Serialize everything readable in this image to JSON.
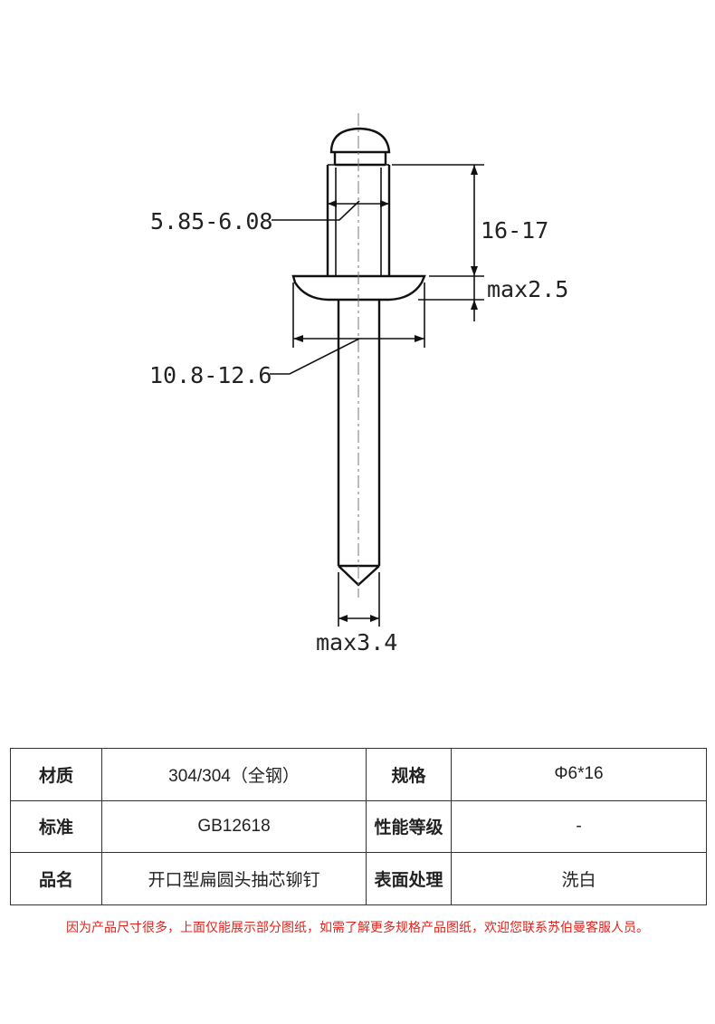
{
  "drawing": {
    "dimensions": {
      "grip_diameter": "5.85-6.08",
      "body_length": "16-17",
      "head_height": "max2.5",
      "head_diameter": "10.8-12.6",
      "mandrel_tip": "max3.4"
    }
  },
  "spec_table": {
    "rows": [
      {
        "label1": "材质",
        "value1": "304/304（全钢）",
        "label2": "规格",
        "value2": "Φ6*16"
      },
      {
        "label1": "标准",
        "value1": "GB12618",
        "label2": "性能等级",
        "value2": "-"
      },
      {
        "label1": "品名",
        "value1": "开口型扁圆头抽芯铆钉",
        "label2": "表面处理",
        "value2": "洗白"
      }
    ]
  },
  "note": "因为产品尺寸很多，上面仅能展示部分图纸，如需了解更多规格产品图纸，欢迎您联系苏伯曼客服人员。"
}
